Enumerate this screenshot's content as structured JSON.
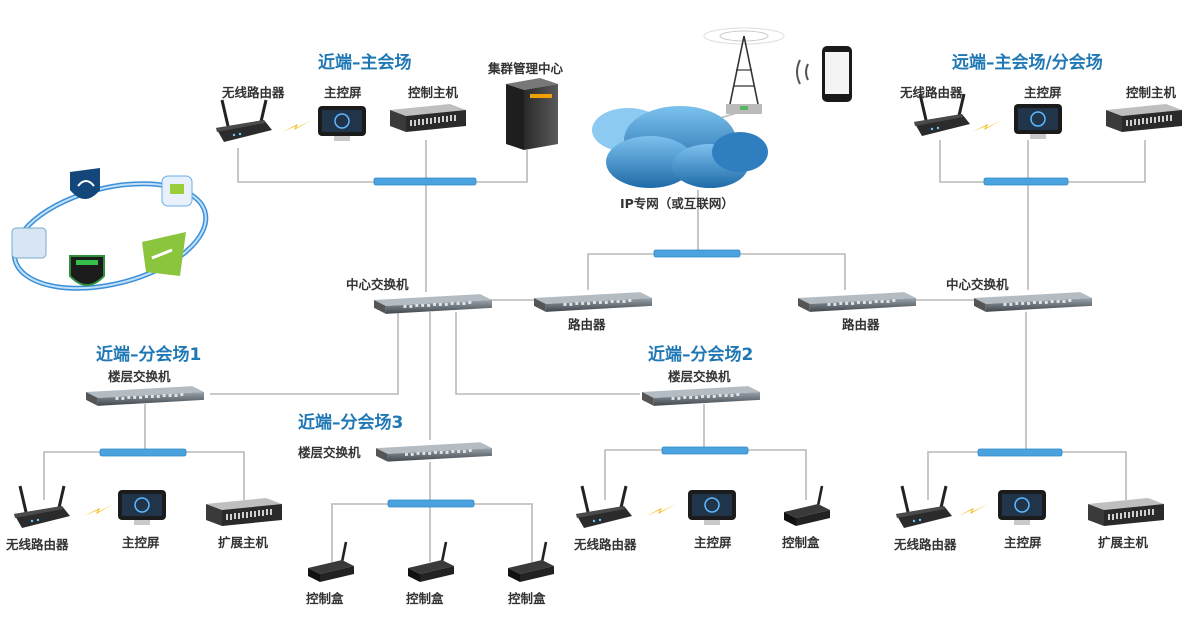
{
  "titles": {
    "near_main": "近端–主会场",
    "far_main": "远端–主会场/分会场",
    "near_sub1": "近端–分会场1",
    "near_sub2": "近端–分会场2",
    "near_sub3": "近端–分会场3"
  },
  "labels": {
    "router_wifi_top_left": "无线路由器",
    "main_screen_top_left": "主控屏",
    "control_host_top_left": "控制主机",
    "cluster_center": "集群管理中心",
    "cloud": "IP专网（或互联网）",
    "router_wifi_top_right": "无线路由器",
    "main_screen_top_right": "主控屏",
    "control_host_top_right": "控制主机",
    "central_switch_left": "中心交换机",
    "central_switch_right": "中心交换机",
    "router_left": "路由器",
    "router_right": "路由器",
    "floor_switch_1": "楼层交换机",
    "floor_switch_2": "楼层交换机",
    "floor_switch_3": "楼层交换机",
    "s1_router": "无线路由器",
    "s1_screen": "主控屏",
    "s1_ext": "扩展主机",
    "s3_box1": "控制盒",
    "s3_box2": "控制盒",
    "s3_box3": "控制盒",
    "s2_router": "无线路由器",
    "s2_screen": "主控屏",
    "s2_box": "控制盒",
    "far_router": "无线路由器",
    "far_screen": "主控屏",
    "far_ext": "扩展主机"
  },
  "colors": {
    "title": "#1f78b4",
    "bus": "#4aa3df",
    "wire": "#b9b9b9",
    "cloud": "#2f7fc0"
  },
  "icons": [
    "wifi-router-icon",
    "touch-screen-icon",
    "control-host-icon",
    "server-icon",
    "cloud-icon",
    "antenna-tower-icon",
    "phone-icon",
    "switch-icon",
    "control-box-icon",
    "software-ring-icon"
  ]
}
